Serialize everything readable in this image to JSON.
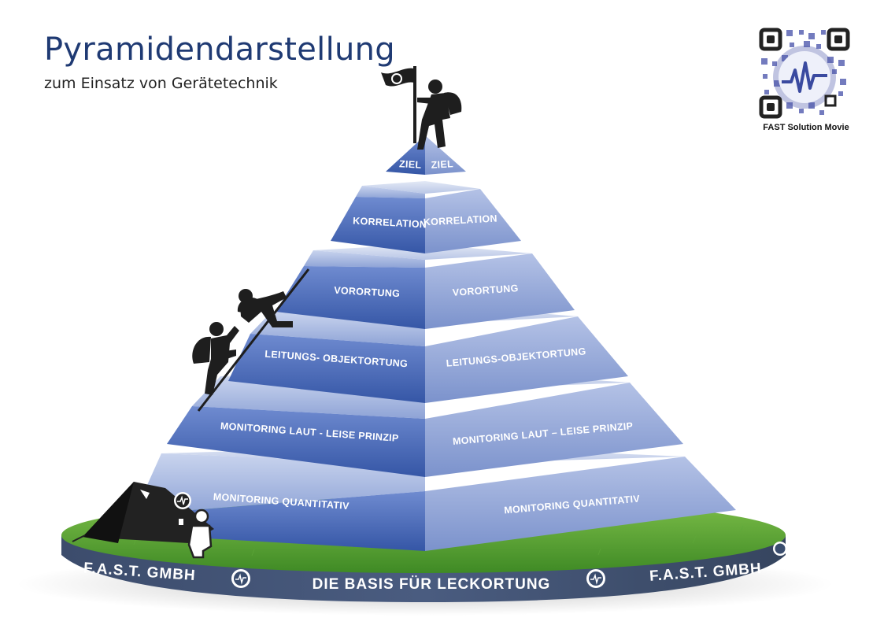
{
  "header": {
    "title": "Pyramidendarstellung",
    "subtitle": "zum Einsatz von Gerätetechnik"
  },
  "qr": {
    "caption": "FAST Solution Movie"
  },
  "pyramid": {
    "levels": [
      {
        "left": "ZIEL",
        "right": "ZIEL"
      },
      {
        "left": "KORRELATION",
        "right": "KORRELATION"
      },
      {
        "left": "VORORTUNG",
        "right": "VORORTUNG"
      },
      {
        "left": "LEITUNGS- OBJEKTORTUNG",
        "right": "LEITUNGS-OBJEKTORTUNG"
      },
      {
        "left": "MONITORING LAUT - LEISE PRINZIP",
        "right": "MONITORING LAUT – LEISE PRINZIP"
      },
      {
        "left": "MONITORING QUANTITATIV",
        "right": "MONITORING QUANTITATIV"
      }
    ]
  },
  "base": {
    "company_left": "F.A.S.T. GMBH",
    "center": "DIE BASIS FÜR LECKORTUNG",
    "company_right": "F.A.S.T. GMBH"
  },
  "colors": {
    "title": "#1f3a73",
    "face_left": "#3d5fae",
    "face_right": "#8ea2d3",
    "base_band": "#3a4d6e",
    "grass": "#4f9a2e"
  }
}
